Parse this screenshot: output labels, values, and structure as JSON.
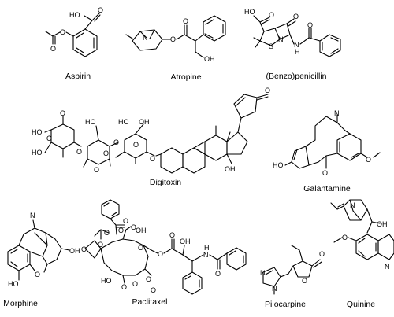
{
  "molecules": [
    {
      "id": "aspirin",
      "label": "Aspirin"
    },
    {
      "id": "atropine",
      "label": "Atropine"
    },
    {
      "id": "benzopenicillin",
      "label": "(Benzo)penicillin"
    },
    {
      "id": "digitoxin",
      "label": "Digitoxin"
    },
    {
      "id": "galantamine",
      "label": "Galantamine"
    },
    {
      "id": "morphine",
      "label": "Morphine"
    },
    {
      "id": "paclitaxel",
      "label": "Paclitaxel"
    },
    {
      "id": "pilocarpine",
      "label": "Pilocarpine"
    },
    {
      "id": "quinine",
      "label": "Quinine"
    }
  ],
  "atoms": {
    "aspirin": [
      "HO",
      "O",
      "O",
      "O"
    ],
    "atropine": [
      "N",
      "O",
      "O",
      "OH"
    ],
    "benzopenicillin": [
      "HO",
      "O",
      "S",
      "N",
      "O",
      "N",
      "H",
      "O"
    ],
    "digitoxin": [
      "O",
      "O",
      "HO",
      "HO",
      "O",
      "O",
      "HO",
      "O",
      "O",
      "O",
      "OH",
      "HO",
      "O",
      "O",
      "OH"
    ],
    "galantamine": [
      "N",
      "HO",
      "O",
      "O"
    ],
    "morphine": [
      "N",
      "OH",
      "O",
      "HO"
    ],
    "paclitaxel": [
      "O",
      "O",
      "O",
      "O",
      "O",
      "O",
      "OH",
      "O",
      "HO",
      "O",
      "O",
      "O",
      "O",
      "OH",
      "N",
      "H",
      "O",
      "O",
      "O"
    ],
    "pilocarpine": [
      "N",
      "N",
      "O",
      "O"
    ],
    "quinine": [
      "N",
      "OH",
      "O",
      "N"
    ]
  }
}
